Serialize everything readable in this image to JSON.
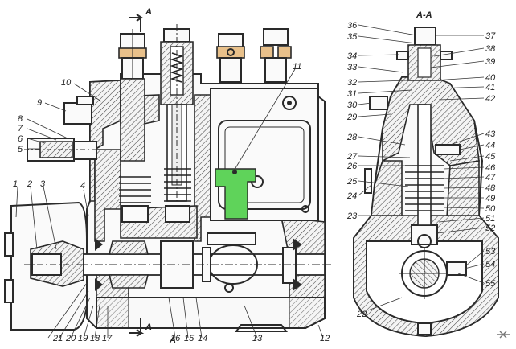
{
  "section_marks": {
    "top": "A",
    "bottom": "A",
    "bottom_lower": "A",
    "right_title": "A-A"
  },
  "colors": {
    "highlight_green": "#5fd35a",
    "highlight_tan": "#e8c08a",
    "line": "#2a2a2a"
  },
  "labels_left": [
    {
      "id": "1",
      "text": "1"
    },
    {
      "id": "2",
      "text": "2"
    },
    {
      "id": "3",
      "text": "3"
    },
    {
      "id": "4",
      "text": "4"
    },
    {
      "id": "5",
      "text": "5"
    },
    {
      "id": "6",
      "text": "6"
    },
    {
      "id": "7",
      "text": "7"
    },
    {
      "id": "8",
      "text": "8"
    },
    {
      "id": "9",
      "text": "9"
    },
    {
      "id": "10",
      "text": "10"
    },
    {
      "id": "11",
      "text": "11"
    },
    {
      "id": "12",
      "text": "12"
    },
    {
      "id": "13",
      "text": "13"
    },
    {
      "id": "14",
      "text": "14"
    },
    {
      "id": "15",
      "text": "15"
    },
    {
      "id": "16",
      "text": "16"
    },
    {
      "id": "17",
      "text": "17"
    },
    {
      "id": "18",
      "text": "18"
    },
    {
      "id": "19",
      "text": "19"
    },
    {
      "id": "20",
      "text": "20"
    },
    {
      "id": "21",
      "text": "21"
    }
  ],
  "labels_right": [
    {
      "id": "22",
      "text": "22"
    },
    {
      "id": "23",
      "text": "23"
    },
    {
      "id": "24",
      "text": "24"
    },
    {
      "id": "25",
      "text": "25"
    },
    {
      "id": "26",
      "text": "26"
    },
    {
      "id": "27",
      "text": "27"
    },
    {
      "id": "28",
      "text": "28"
    },
    {
      "id": "29",
      "text": "29"
    },
    {
      "id": "30",
      "text": "30"
    },
    {
      "id": "31",
      "text": "31"
    },
    {
      "id": "32",
      "text": "32"
    },
    {
      "id": "33",
      "text": "33"
    },
    {
      "id": "34",
      "text": "34"
    },
    {
      "id": "35",
      "text": "35"
    },
    {
      "id": "36",
      "text": "36"
    },
    {
      "id": "37",
      "text": "37"
    },
    {
      "id": "38",
      "text": "38"
    },
    {
      "id": "39",
      "text": "39"
    },
    {
      "id": "40",
      "text": "40"
    },
    {
      "id": "41",
      "text": "41"
    },
    {
      "id": "42",
      "text": "42"
    },
    {
      "id": "43",
      "text": "43"
    },
    {
      "id": "44",
      "text": "44"
    },
    {
      "id": "45",
      "text": "45"
    },
    {
      "id": "46",
      "text": "46"
    },
    {
      "id": "47",
      "text": "47"
    },
    {
      "id": "48",
      "text": "48"
    },
    {
      "id": "49",
      "text": "49"
    },
    {
      "id": "50",
      "text": "50"
    },
    {
      "id": "51",
      "text": "51"
    },
    {
      "id": "52",
      "text": "52"
    },
    {
      "id": "53",
      "text": "53"
    },
    {
      "id": "54",
      "text": "54"
    },
    {
      "id": "55",
      "text": "55"
    }
  ]
}
